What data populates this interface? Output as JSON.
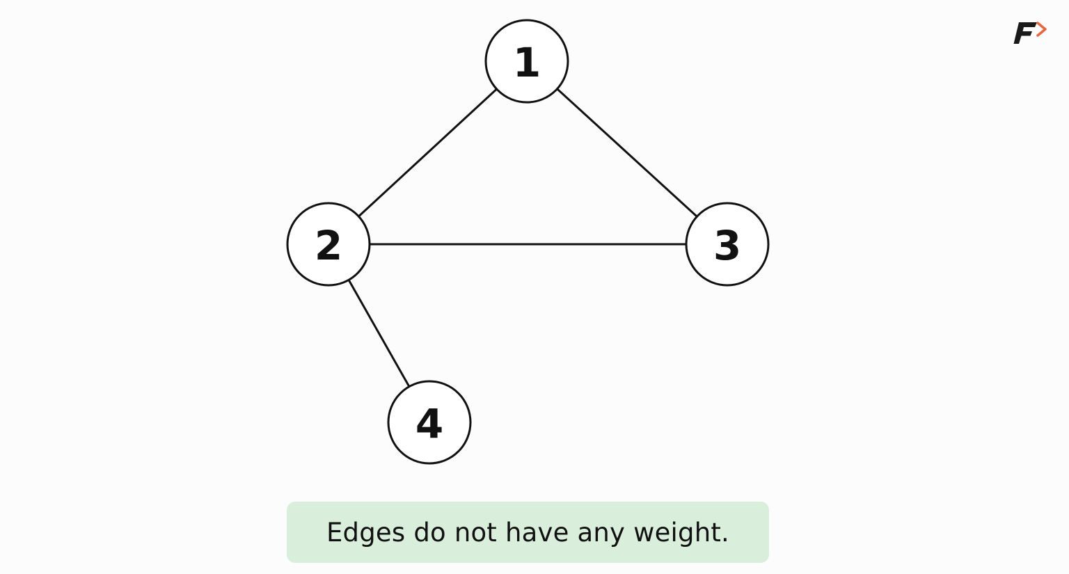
{
  "graph": {
    "nodes": [
      {
        "id": "1",
        "label": "1"
      },
      {
        "id": "2",
        "label": "2"
      },
      {
        "id": "3",
        "label": "3"
      },
      {
        "id": "4",
        "label": "4"
      }
    ],
    "edges": [
      {
        "from": "1",
        "to": "2"
      },
      {
        "from": "1",
        "to": "3"
      },
      {
        "from": "2",
        "to": "3"
      },
      {
        "from": "2",
        "to": "4"
      }
    ],
    "directed": false,
    "weighted": false
  },
  "caption": {
    "text": "Edges do not have any weight.",
    "background_color": "#d9efdc"
  },
  "logo": {
    "icon": "brand-logo-icon",
    "colors": {
      "letter": "#1a1a1a",
      "chevron": "#e8643c"
    }
  },
  "colors": {
    "background": "#fcfcfc",
    "stroke": "#111111",
    "node_fill": "#ffffff"
  }
}
